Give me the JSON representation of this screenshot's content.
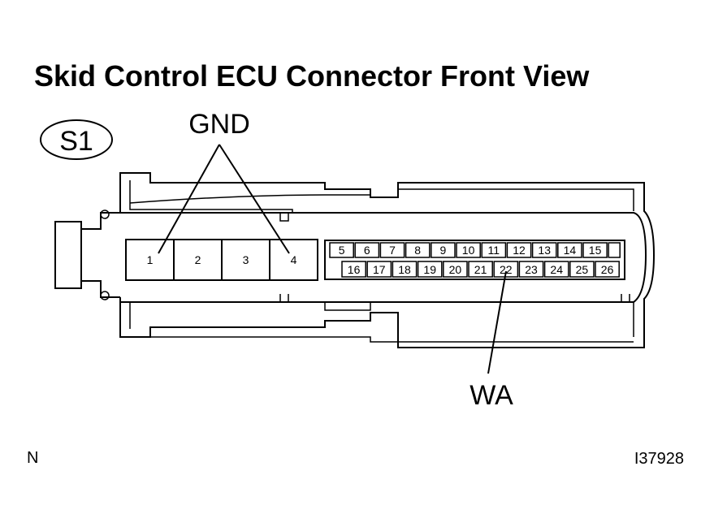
{
  "title": "Skid Control ECU Connector Front View",
  "connector_code": "S1",
  "gnd_label": "GND",
  "wa_label": "WA",
  "corner_left": "N",
  "corner_right": "I37928",
  "large_pins": [
    "1",
    "2",
    "3",
    "4"
  ],
  "small_pins_top": [
    "5",
    "6",
    "7",
    "8",
    "9",
    "10",
    "11",
    "12",
    "13",
    "14",
    "15"
  ],
  "small_pins_bottom": [
    "16",
    "17",
    "18",
    "19",
    "20",
    "21",
    "22",
    "23",
    "24",
    "25",
    "26"
  ]
}
